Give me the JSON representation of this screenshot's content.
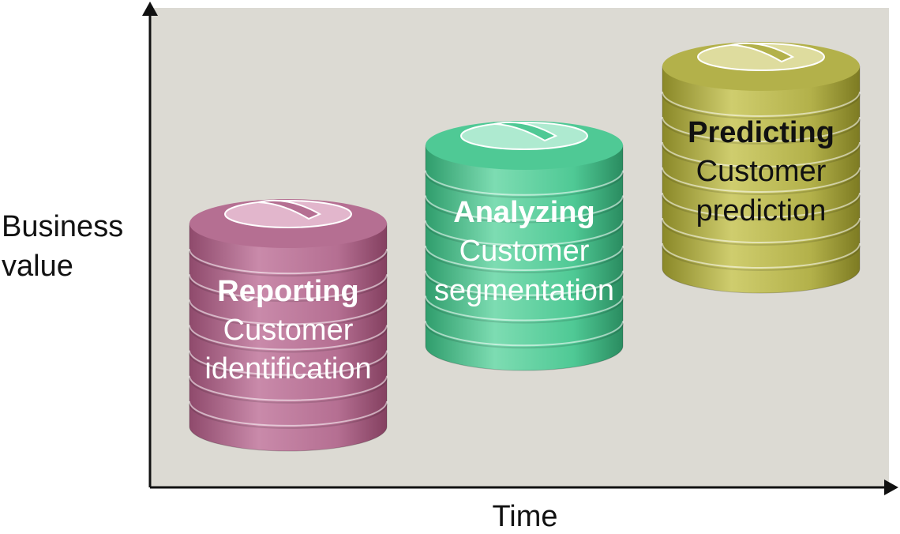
{
  "axes": {
    "y_label_line1": "Business",
    "y_label_line2": "value",
    "x_label": "Time"
  },
  "colors": {
    "plot_background": "#dcdad3",
    "axis": "#111111"
  },
  "stages": [
    {
      "title": "Reporting",
      "subtitle_line1": "Customer",
      "subtitle_line2": "identification",
      "body_color": "#b56f92",
      "light_color": "#e2b6cc",
      "text_color": "#ffffff"
    },
    {
      "title": "Analyzing",
      "subtitle_line1": "Customer",
      "subtitle_line2": "segmentation",
      "body_color": "#4fc995",
      "light_color": "#aeead0",
      "text_color": "#ffffff"
    },
    {
      "title": "Predicting",
      "subtitle_line1": "Customer",
      "subtitle_line2": "prediction",
      "body_color": "#b3b14a",
      "light_color": "#dedc9e",
      "text_color": "#111111"
    }
  ]
}
